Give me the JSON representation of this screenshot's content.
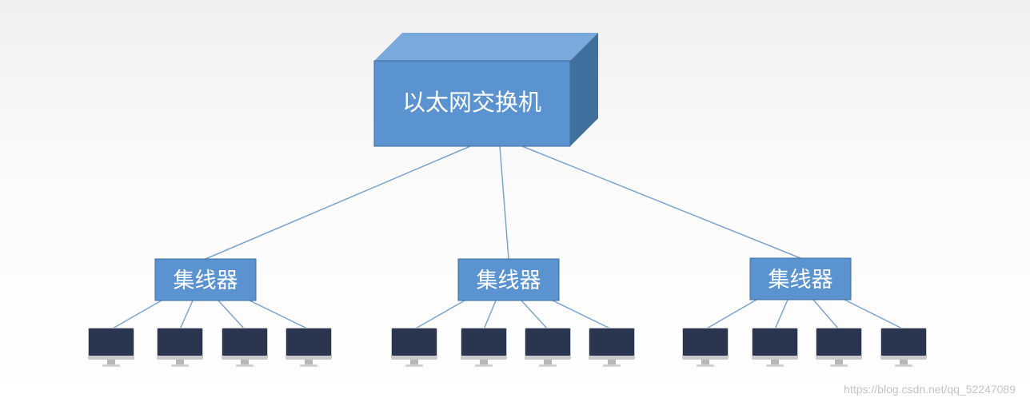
{
  "switch": {
    "label": "以太网交换机"
  },
  "hubs": [
    {
      "label": "集线器"
    },
    {
      "label": "集线器"
    },
    {
      "label": "集线器"
    }
  ],
  "computers_per_hub": 4,
  "watermark": "https://blog.csdn.net/qq_52247089",
  "colors": {
    "switch_front": "#5b93d1",
    "switch_top": "#7aa9dc",
    "switch_side": "#41709f",
    "hub_fill": "#5b93d1",
    "line": "#7da4cf",
    "monitor_screen": "#2a3550",
    "monitor_bezel": "#c9c9c9"
  }
}
